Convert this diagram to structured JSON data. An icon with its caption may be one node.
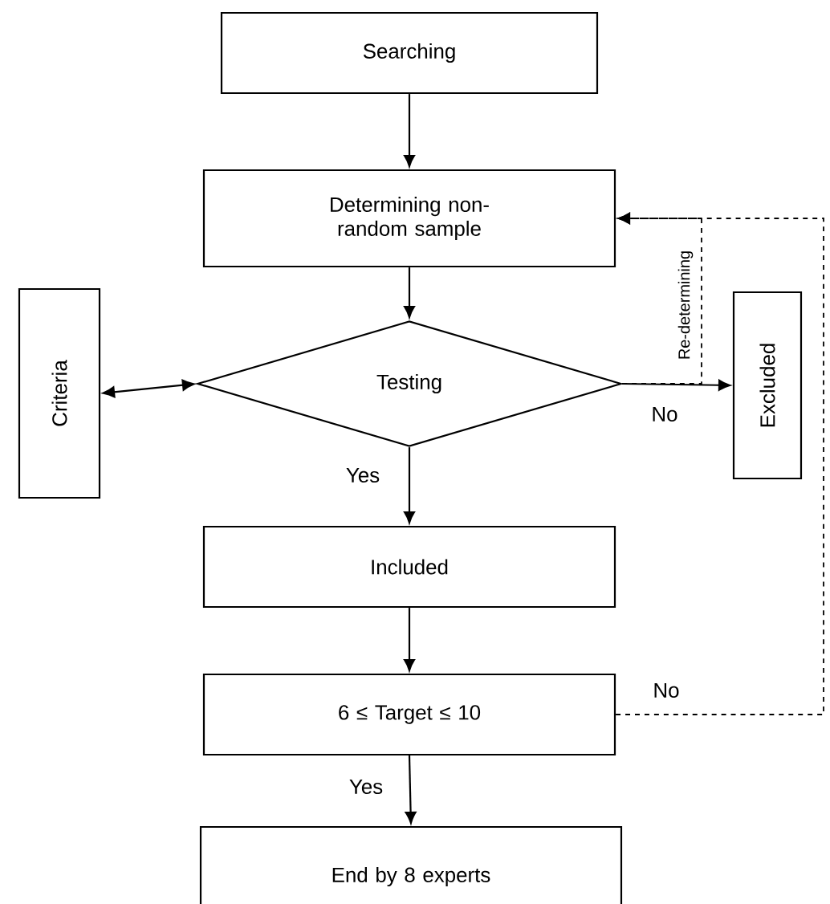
{
  "diagram": {
    "nodes": [
      {
        "text": [
          "Searching"
        ]
      },
      {
        "text": [
          "Determining non-random sample"
        ]
      },
      {
        "text": [
          "Criteria"
        ]
      },
      {
        "text": [
          "Testing"
        ]
      },
      {
        "text": [
          "Excluded"
        ]
      },
      {
        "text": [
          "Included"
        ]
      },
      {
        "text": [
          "6 ≤ Target ≤ 10"
        ]
      },
      {
        "text": [
          "End by 8 experts"
        ]
      }
    ],
    "edges": [
      {
        "from": 0,
        "to": 1,
        "arrow": "to"
      },
      {
        "from": 1,
        "to": 3,
        "arrow": "to"
      },
      {
        "from": 3,
        "to": 2,
        "arrow": "both"
      },
      {
        "from": 3,
        "to": 4,
        "arrow": "to",
        "label": "No"
      },
      {
        "from": 3,
        "to": 1,
        "arrow": "to",
        "label": "Re-determining",
        "style": "dashed"
      },
      {
        "from": 3,
        "to": 5,
        "arrow": "to",
        "label": "Yes"
      },
      {
        "from": 5,
        "to": 6,
        "arrow": "to"
      },
      {
        "from": 6,
        "to": 1,
        "arrow": "to",
        "label": "No",
        "style": "dashed"
      },
      {
        "from": 6,
        "to": 7,
        "arrow": "to",
        "label": "Yes"
      }
    ]
  }
}
